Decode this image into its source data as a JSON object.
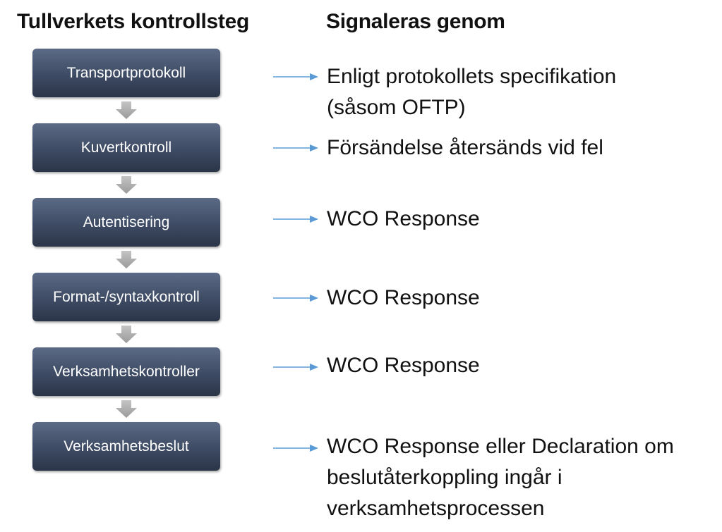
{
  "headings": {
    "left": "Tullverkets kontrollsteg",
    "right": "Signaleras genom"
  },
  "steps": [
    "Transportprotokoll",
    "Kuvertkontroll",
    "Autentisering",
    "Format-/syntaxkontroll",
    "Verksamhetskontroller",
    "Verksamhetsbeslut"
  ],
  "signals": [
    {
      "lines": [
        "Enligt protokollets specifikation",
        "(såsom OFTP)"
      ]
    },
    {
      "lines": [
        "Försändelse återsänds vid fel"
      ]
    },
    {
      "lines": [
        "WCO Response"
      ]
    },
    {
      "lines": [
        "WCO Response"
      ]
    },
    {
      "lines": [
        "WCO Response"
      ]
    },
    {
      "lines": [
        "WCO Response eller Declaration om",
        "beslutåterkoppling ingår i",
        "verksamhetsprocessen"
      ]
    }
  ],
  "colors": {
    "step_box": "#3e4b64",
    "flow_arrow": "#a6a6a6",
    "signal_arrow": "#5b9bd5"
  }
}
